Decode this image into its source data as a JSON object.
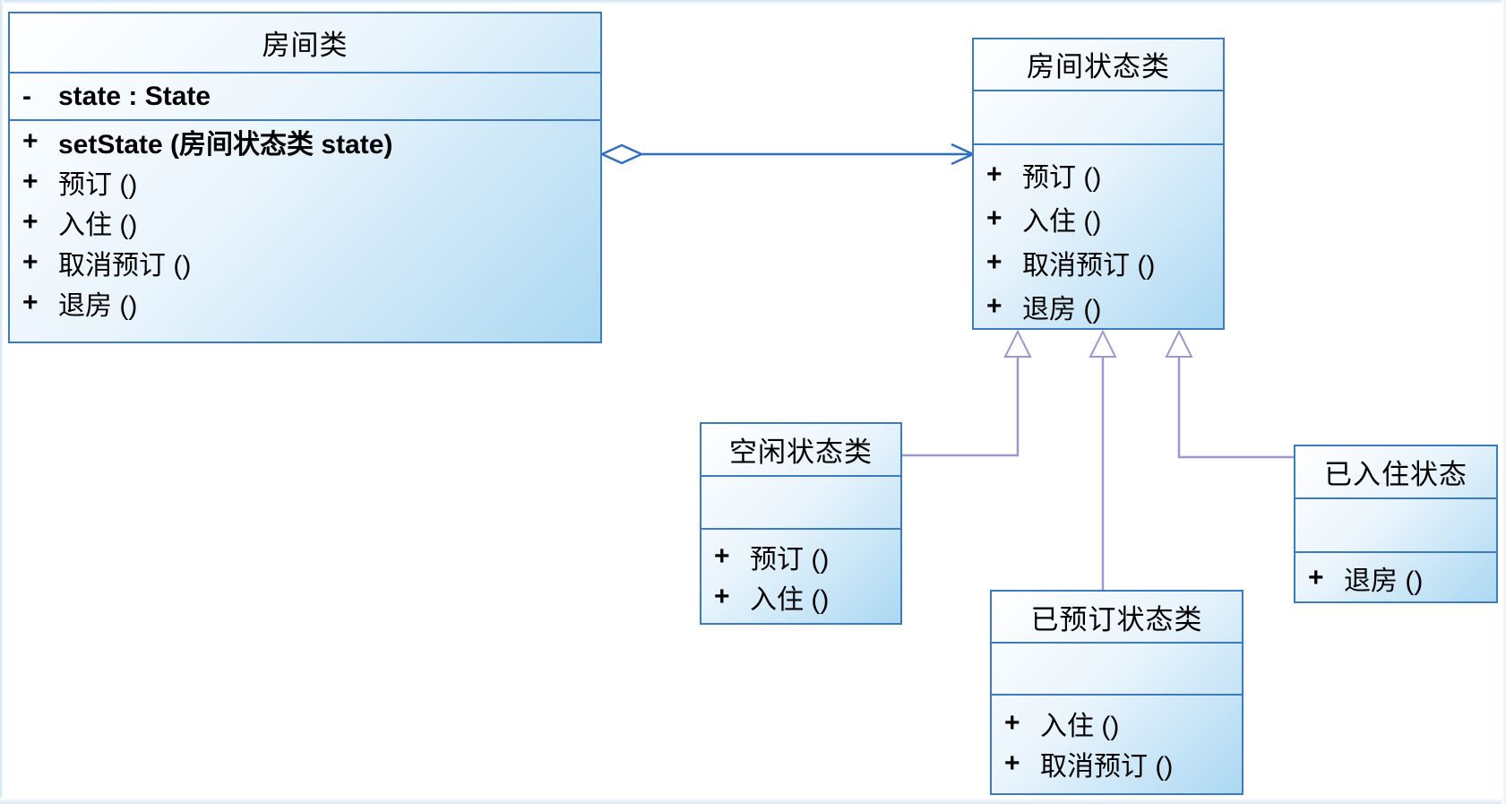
{
  "diagram": {
    "type": "uml-class-diagram",
    "classes": {
      "room": {
        "name": "房间类",
        "attributes": [
          {
            "vis": "-",
            "text": "state : State"
          }
        ],
        "methods": [
          {
            "vis": "+",
            "text": "setState (房间状态类 state)"
          },
          {
            "vis": "+",
            "text": "预订 ()"
          },
          {
            "vis": "+",
            "text": "入住 ()"
          },
          {
            "vis": "+",
            "text": "取消预订 ()"
          },
          {
            "vis": "+",
            "text": "退房 ()"
          }
        ]
      },
      "room_state": {
        "name": "房间状态类",
        "attributes": [],
        "methods": [
          {
            "vis": "+",
            "text": "预订 ()"
          },
          {
            "vis": "+",
            "text": "入住 ()"
          },
          {
            "vis": "+",
            "text": "取消预订 ()"
          },
          {
            "vis": "+",
            "text": "退房 ()"
          }
        ]
      },
      "idle_state": {
        "name": "空闲状态类",
        "attributes": [],
        "methods": [
          {
            "vis": "+",
            "text": "预订 ()"
          },
          {
            "vis": "+",
            "text": "入住 ()"
          }
        ]
      },
      "reserved_state": {
        "name": "已预订状态类",
        "attributes": [],
        "methods": [
          {
            "vis": "+",
            "text": "入住 ()"
          },
          {
            "vis": "+",
            "text": "取消预订 ()"
          }
        ]
      },
      "occupied_state": {
        "name": "已入住状态",
        "attributes": [],
        "methods": [
          {
            "vis": "+",
            "text": "退房 ()"
          }
        ]
      }
    },
    "relationships": [
      {
        "type": "aggregation",
        "from": "room",
        "to": "room_state"
      },
      {
        "type": "generalization",
        "from": "idle_state",
        "to": "room_state"
      },
      {
        "type": "generalization",
        "from": "reserved_state",
        "to": "room_state"
      },
      {
        "type": "generalization",
        "from": "occupied_state",
        "to": "room_state"
      }
    ],
    "colors": {
      "box_border": "#3a7bc2",
      "box_fill_start": "#ffffff",
      "box_fill_end": "#abd8f2",
      "aggregation_line": "#2e6fc3",
      "generalization_line": "#9b97d2"
    }
  }
}
